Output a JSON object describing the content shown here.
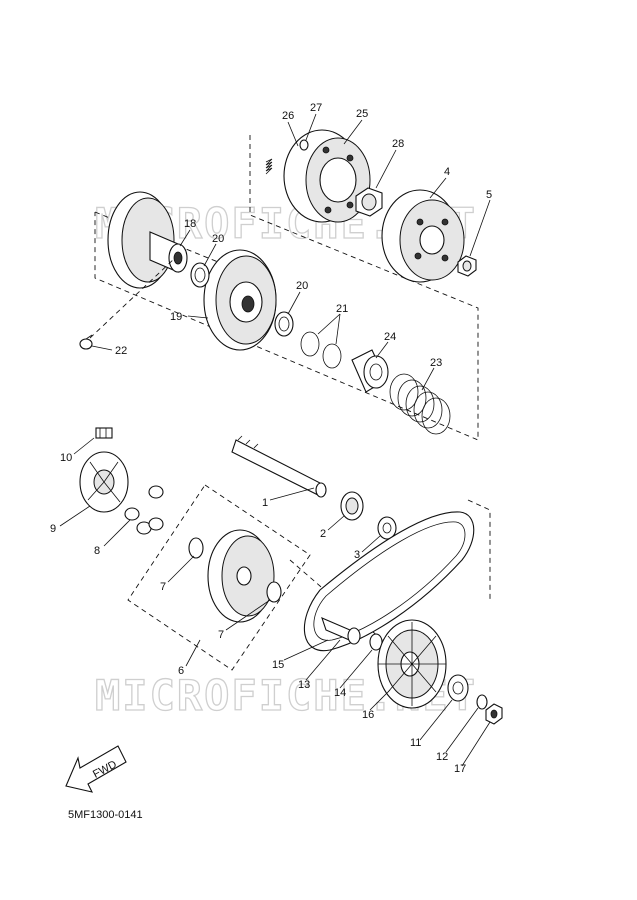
{
  "watermark": {
    "text_top": "MICROFICHE.NET",
    "text_bottom": "MICROFICHE.NET"
  },
  "fwd_label": "FWD",
  "diagram_code": "5MF1300-0141",
  "callouts": {
    "n1": "1",
    "n2": "2",
    "n3": "3",
    "n4": "4",
    "n5": "5",
    "n6": "6",
    "n7a": "7",
    "n7b": "7",
    "n8": "8",
    "n9": "9",
    "n10": "10",
    "n11": "11",
    "n12": "12",
    "n13": "13",
    "n14": "14",
    "n15": "15",
    "n16": "16",
    "n17": "17",
    "n18": "18",
    "n19": "19",
    "n20a": "20",
    "n20b": "20",
    "n21": "21",
    "n22": "22",
    "n23": "23",
    "n24": "24",
    "n25": "25",
    "n26": "26",
    "n27": "27",
    "n28": "28"
  }
}
